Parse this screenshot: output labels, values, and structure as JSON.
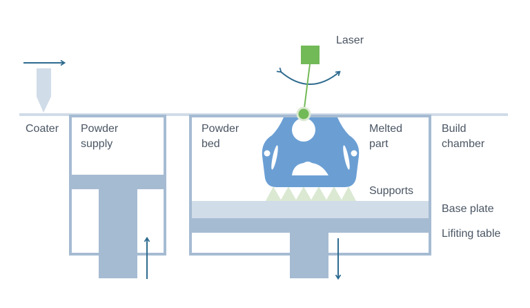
{
  "labels": {
    "laser": "Laser",
    "coater": "Coater",
    "powder_supply": [
      "Powder",
      "supply"
    ],
    "powder_bed": [
      "Powder",
      "bed"
    ],
    "melted_part": [
      "Melted",
      "part"
    ],
    "build_chamber": [
      "Build",
      "chamber"
    ],
    "supports": "Supports",
    "base_plate": "Base plate",
    "lifting_table": "Lifiting table"
  },
  "colors": {
    "frame": "#a5bbd2",
    "light": "#d0dce8",
    "part": "#6b9fd4",
    "laser": "#72b957",
    "supports": "#dbe9d3",
    "arrow": "#2d6a8e",
    "text": "#4a5563"
  }
}
